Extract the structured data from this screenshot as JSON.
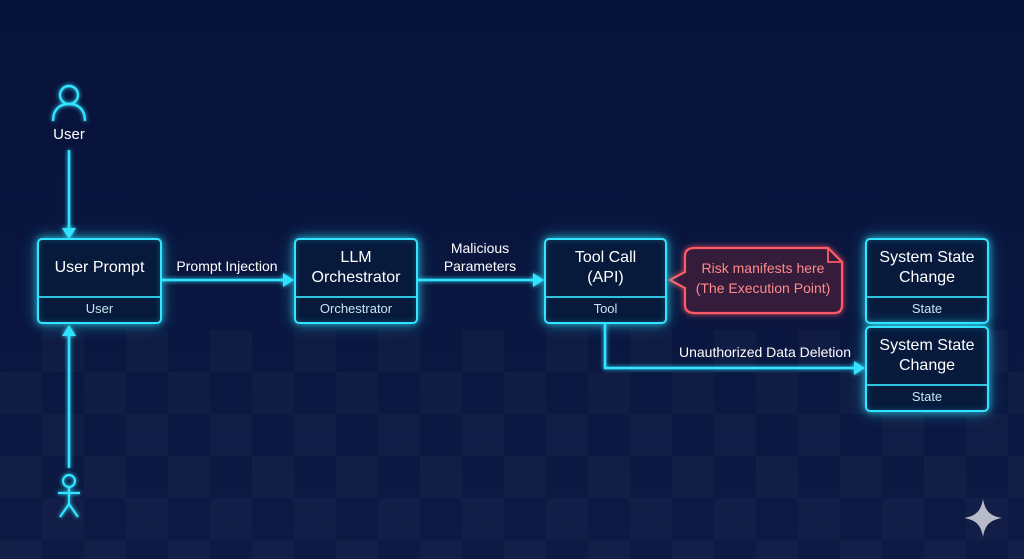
{
  "actors": {
    "user_top": {
      "label": "User",
      "icon": "user-avatar-icon"
    },
    "user_bottom": {
      "icon": "stick-figure-icon"
    }
  },
  "nodes": {
    "user_prompt": {
      "title": "User Prompt",
      "sub": "User"
    },
    "llm": {
      "title": "LLM\nOrchestrator",
      "sub": "Orchestrator"
    },
    "tool": {
      "title": "Tool Call\n(API)",
      "sub": "Tool"
    },
    "state1": {
      "title": "System State\nChange",
      "sub": "State"
    },
    "state2": {
      "title": "System State\nChange",
      "sub": "State"
    }
  },
  "edges": {
    "prompt_injection": "Prompt Injection",
    "malicious_parameters": "Malicious\nParameters",
    "unauthorized_deletion": "Unauthorized Data Deletion"
  },
  "callout": {
    "text": "Risk manifests here\n(The Execution Point)"
  },
  "colors": {
    "accent": "#32e4ff",
    "risk": "#ff5a66",
    "risk_text": "#ff8a8a",
    "background": "#07123a"
  },
  "watermark": {
    "icon": "sparkle-icon"
  }
}
